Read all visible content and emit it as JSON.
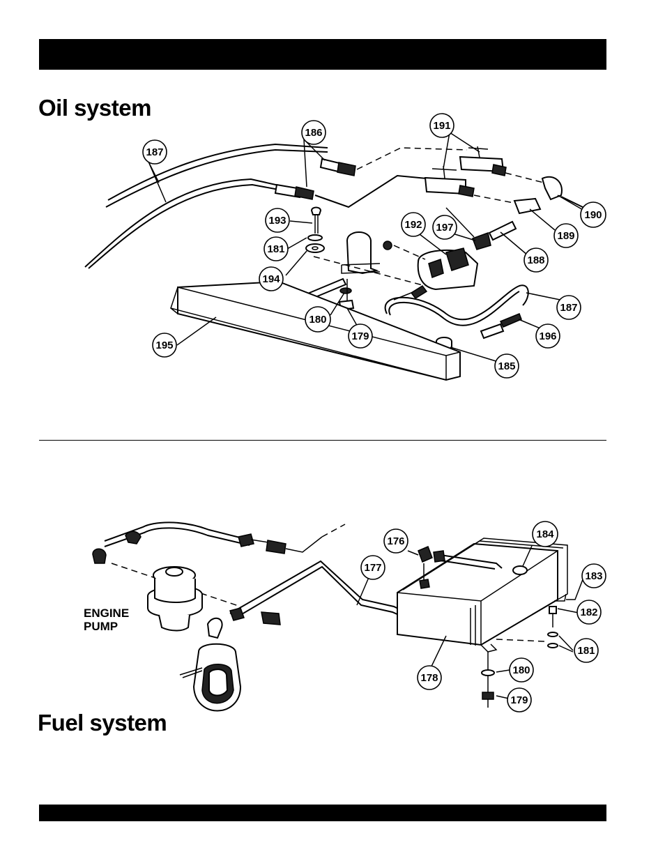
{
  "header": {
    "bar": "solid black header bar"
  },
  "oil_section": {
    "title": "Oil system",
    "callouts": {
      "c186": "186",
      "c187a": "187",
      "c191": "191",
      "c190": "190",
      "c189": "189",
      "c188": "188",
      "c197": "197",
      "c192": "192",
      "c193": "193",
      "c181": "181",
      "c194": "194",
      "c180": "180",
      "c179": "179",
      "c187b": "187",
      "c196": "196",
      "c185": "185",
      "c195": "195"
    }
  },
  "fuel_section": {
    "title": "Fuel system",
    "engine_label_line1": "ENGINE",
    "engine_label_line2": "PUMP",
    "callouts": {
      "c176": "176",
      "c177": "177",
      "c184": "184",
      "c183": "183",
      "c182": "182",
      "c181": "181",
      "c180": "180",
      "c179": "179",
      "c178": "178"
    }
  }
}
